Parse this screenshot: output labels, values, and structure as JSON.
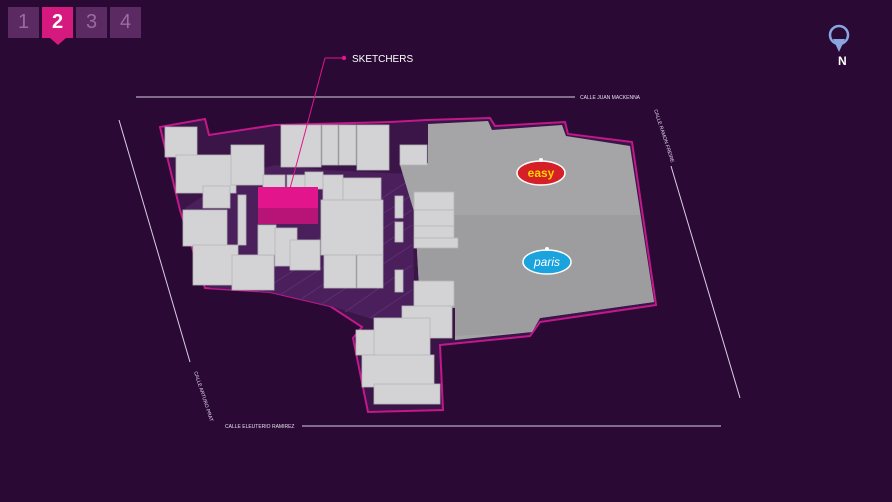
{
  "floors": [
    "1",
    "2",
    "3",
    "4"
  ],
  "active_floor": "2",
  "compass": {
    "label": "N"
  },
  "highlight_store": "SKETCHERS",
  "streets": {
    "top": "CALLE JUAN MACKENNA",
    "right": "CALLE RAMON FREIRE",
    "left": "CALLE ARTURO PRAT",
    "bottom": "CALLE ELEUTERIO RAMIREZ"
  },
  "anchors": [
    {
      "name": "easy",
      "sub": "",
      "color": "#d52027"
    },
    {
      "name": "paris",
      "sub": "",
      "color": "#1aa3dc"
    }
  ],
  "colors": {
    "accent": "#d6197f",
    "background": "#2a0a35"
  }
}
